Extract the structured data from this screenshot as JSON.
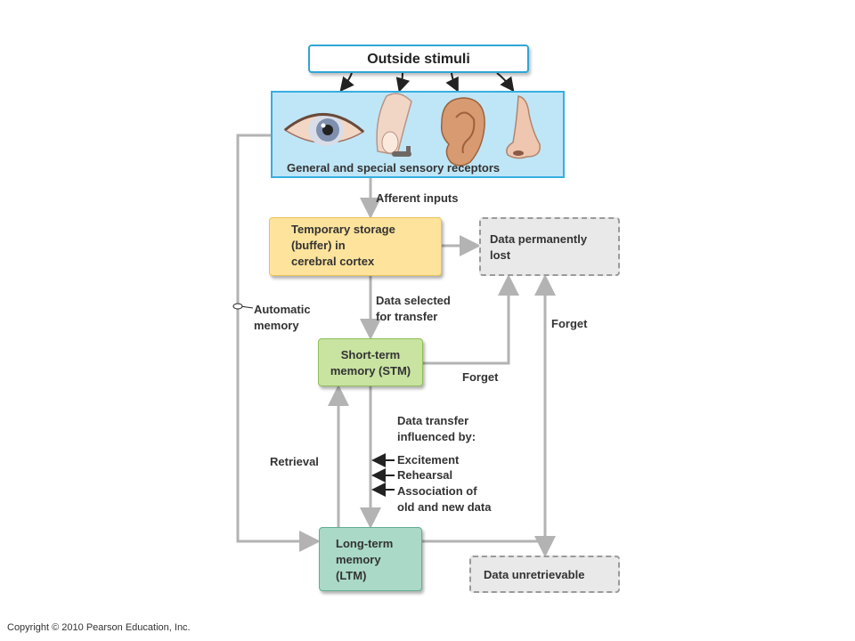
{
  "title": "Outside stimuli",
  "sensory": {
    "label": "General and special sensory receptors",
    "icons": [
      "eye-icon",
      "finger-touch-icon",
      "ear-icon",
      "nose-icon"
    ]
  },
  "edges": {
    "afferent": "Afferent inputs",
    "selected": "Data selected\nfor transfer",
    "automatic": "Automatic\nmemory",
    "forget_stm": "Forget",
    "forget_ltm": "Forget",
    "retrieval": "Retrieval",
    "transfer_heading": "Data transfer\ninfluenced by:",
    "factors": [
      "Excitement",
      "Rehearsal",
      "Association of\nold and new data"
    ]
  },
  "nodes": {
    "buffer": "Temporary storage\n(buffer) in\ncerebral cortex",
    "lost": "Data permanently\nlost",
    "stm": "Short-term\nmemory (STM)",
    "ltm": "Long-term\nmemory\n(LTM)",
    "unretrievable": "Data unretrievable"
  },
  "copyright": "Copyright © 2010 Pearson Education, Inc."
}
